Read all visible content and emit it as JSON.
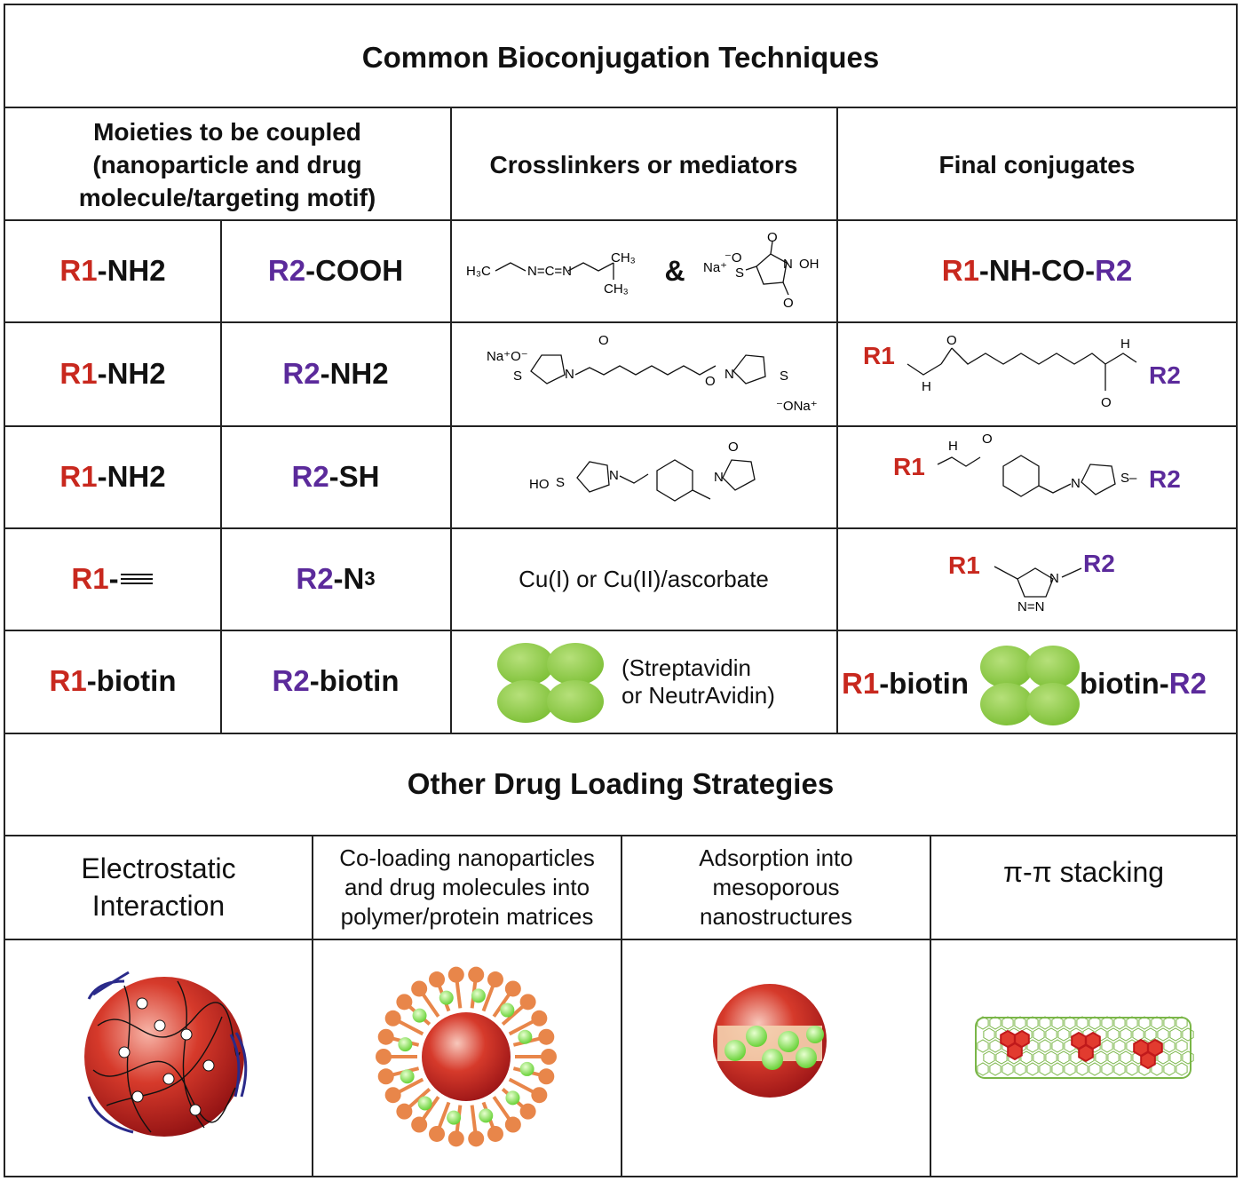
{
  "title": "Common Bioconjugation Techniques",
  "headers": {
    "moieties": "Moieties to be coupled (nanoparticle and drug molecule/targeting motif)",
    "moieties_l1": "Moieties to be coupled",
    "moieties_l2": "(nanoparticle and drug",
    "moieties_l3": "molecule/targeting motif)",
    "crosslinkers": "Crosslinkers or mediators",
    "final": "Final conjugates"
  },
  "labels": {
    "r1": "R1",
    "r2": "R2",
    "amp": "&",
    "na_plus": "Na⁺",
    "dash": "-"
  },
  "rows": [
    {
      "m1": "-NH2",
      "m2": "-COOH",
      "f_mid1": "-NH-CO-"
    },
    {
      "m1": "-NH2",
      "m2": "-NH2"
    },
    {
      "m1": "-NH2",
      "m2": "-SH"
    },
    {
      "m1": "-",
      "m2": "-N",
      "m2_sub": "3",
      "mediator": "Cu(I) or Cu(II)/ascorbate"
    },
    {
      "m1": "-biotin",
      "m2": "-biotin",
      "med_l1": "(Streptavidin",
      "med_l2": "or NeutrAvidin)",
      "f_left": "-biotin",
      "f_right": "biotin-"
    }
  ],
  "strategies_title": "Other Drug Loading Strategies",
  "strategies": [
    {
      "l1": "Electrostatic",
      "l2": "Interaction"
    },
    {
      "l1": "Co-loading nanoparticles",
      "l2": "and drug molecules into",
      "l3": "polymer/protein matrices"
    },
    {
      "l1": "Adsorption into",
      "l2": "mesoporous",
      "l3": "nanostructures"
    },
    {
      "l1": "π-π stacking"
    }
  ],
  "chem": {
    "edc_left": "H₃C",
    "edc_mid": "N=C=N",
    "edc_n": "N",
    "edc_ch3a": "CH₃",
    "edc_ch3b": "CH₃",
    "o": "O",
    "n": "N",
    "oh": "OH",
    "s": "S",
    "nao": "Na⁺O⁻",
    "ona": "⁻ONa⁺",
    "ho": "HO",
    "nh": "N",
    "h": "H",
    "s_dash": "S–",
    "na_o": "⁻O",
    "n_eq_n": "N=N",
    "n_dash": "N"
  },
  "colors": {
    "r1": "#c8281e",
    "r2": "#5b2a9b",
    "protein": "#8cc63f",
    "sphere": "#c0191b",
    "shell": "#e8864a",
    "drug": "#7ddc4b",
    "graphene": "#7ab648"
  },
  "icons": [
    "streptavidin-icon",
    "nanoparticle-icon",
    "micelle-icon",
    "mesoporous-icon",
    "nanotube-icon",
    "alkyne-icon"
  ]
}
